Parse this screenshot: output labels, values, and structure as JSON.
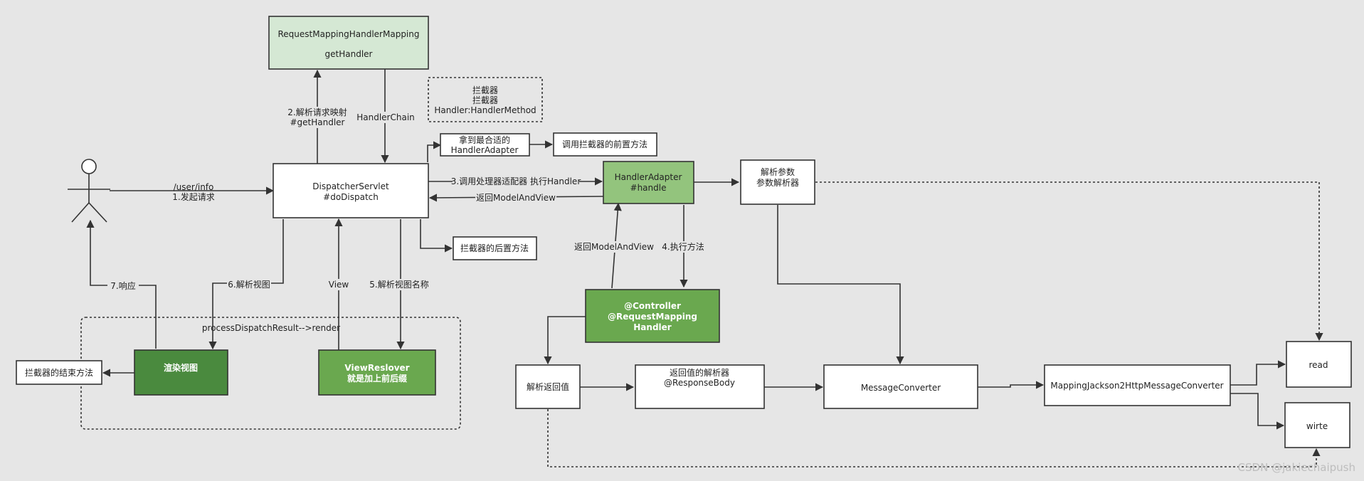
{
  "colors": {
    "background": "#e6e6e6",
    "light_green": "#d5e8d4",
    "mid_green": "#93c47d",
    "green": "#6aa84f",
    "dark_green": "#4a8a3e",
    "stroke": "#333333"
  },
  "nodes": {
    "mapping": {
      "line1": "RequestMappingHandlerMapping",
      "line2": "getHandler"
    },
    "interceptor_note": {
      "line1": "拦截器",
      "line2": "拦截器",
      "line3": "Handler:HandlerMethod"
    },
    "dispatcher": {
      "line1": "DispatcherServlet",
      "line2": "#doDispatch"
    },
    "best_adapter": {
      "line1": "拿到最合适的",
      "line2": "HandlerAdapter"
    },
    "pre_method": {
      "label": "调用拦截器的前置方法"
    },
    "handler_adapter": {
      "line1": "HandlerAdapter",
      "line2": "#handle"
    },
    "arg_resolver": {
      "line1": "解析参数",
      "line2": "参数解析器"
    },
    "post_method": {
      "label": "拦截器的后置方法"
    },
    "controller": {
      "line1": "@Controller",
      "line2": "@RequestMapping",
      "line3": "Handler"
    },
    "render_view": {
      "label": "渲染视图"
    },
    "view_resolver": {
      "line1": "ViewReslover",
      "line2": "就是加上前后缀"
    },
    "completion_method": {
      "label": "拦截器的结束方法"
    },
    "return_parse": {
      "label": "解析返回值"
    },
    "return_resolver": {
      "line1": "返回值的解析器",
      "line2": "@ResponseBody"
    },
    "message_converter": {
      "label": "MessageConverter"
    },
    "jackson_converter": {
      "label": "MappingJackson2HttpMessageConverter"
    },
    "read": {
      "label": "read"
    },
    "write": {
      "label": "wirte"
    }
  },
  "edges": {
    "request_url": "/user/info",
    "request": "1.发起请求",
    "parse_mapping_1": "2.解析请求映射",
    "parse_mapping_2": "#getHandler",
    "handler_chain": "HandlerChain",
    "call_adapter": "3.调用处理器适配器 执行Handler",
    "return_mav": "返回ModelAndView",
    "return_mav_2": "返回ModelAndView",
    "execute": "4.执行方法",
    "resolve_view_name": "5.解析视图名称",
    "parse_view": "6.解析视图",
    "view": "View",
    "response": "7.响应"
  },
  "group": {
    "label": "processDispatchResult-->render"
  },
  "watermark": "CSDN @jakiechaipush"
}
